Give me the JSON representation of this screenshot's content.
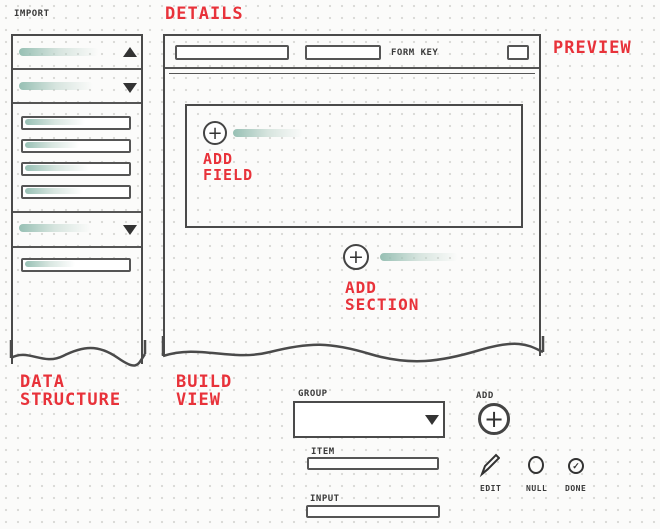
{
  "labels": {
    "import": "IMPORT",
    "details": "DETAILS",
    "preview": "PREVIEW",
    "form_key": "FORM KEY",
    "data_structure_1": "DATA",
    "data_structure_2": "STRUCTURE",
    "build_view_1": "BUILD",
    "build_view_2": "VIEW",
    "add_field_1": "ADD",
    "add_field_2": "FIELD",
    "add_section_1": "ADD",
    "add_section_2": "SECTION"
  },
  "legend": {
    "group": "GROUP",
    "item": "ITEM",
    "input": "INPUT",
    "add": "ADD",
    "edit": "EDIT",
    "null": "NULL",
    "done": "DONE"
  },
  "icons": {
    "plus": "+",
    "done_mark": "✓"
  },
  "colors": {
    "annotation_red": "#e8323a",
    "ink": "#4a4a4a",
    "placeholder_green": "#8cb9ac"
  }
}
